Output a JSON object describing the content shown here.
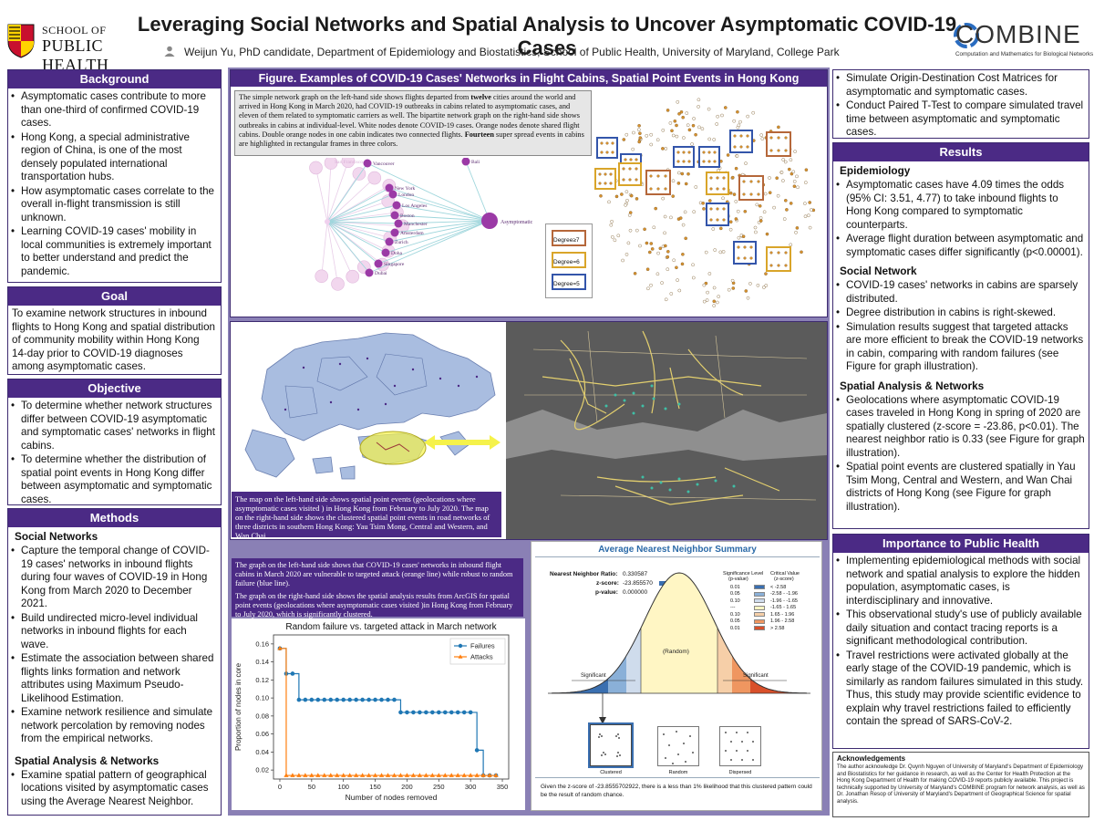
{
  "header": {
    "title": "Leveraging Social Networks and Spatial Analysis to Uncover Asymptomatic COVID-19 Cases",
    "author": "Weijun Yu, PhD candidate,  Department of Epidemiology and Biostatistics, School of Public Health, University of Maryland, College Park",
    "logo_left_line1": "SCHOOL OF",
    "logo_left_line2": "PUBLIC HEALTH",
    "logo_right": "COMBINE",
    "logo_right_sub": "Computation and Mathematics for Biological Networks"
  },
  "background": {
    "heading": "Background",
    "items": [
      "Asymptomatic cases contribute to more than one-third of confirmed COVID-19 cases.",
      "Hong Kong, a special administrative region of China, is one of the most densely populated international transportation hubs.",
      "How asymptomatic cases correlate to the overall in-flight transmission is still unknown.",
      "Learning COVID-19 cases' mobility in local communities is extremely important to better understand and predict the pandemic."
    ]
  },
  "goal": {
    "heading": "Goal",
    "text": "To examine network structures  in inbound flights to Hong Kong and spatial distribution of community mobility within Hong Kong 14-day prior to COVID-19 diagnoses among asymptomatic cases."
  },
  "objective": {
    "heading": "Objective",
    "items": [
      "To determine whether network structures differ between COVID-19 asymptomatic and symptomatic cases' networks in flight cabins.",
      "To determine whether the distribution of spatial point events in Hong Kong differ between asymptomatic and symptomatic cases."
    ]
  },
  "methods": {
    "heading": "Methods",
    "sub1": "Social Networks",
    "items1": [
      "Capture the temporal change of COVID-19 cases' networks in inbound flights during four waves of COVID-19 in Hong Kong from March 2020 to December 2021.",
      "Build undirected micro-level individual networks in inbound flights for each wave.",
      "Estimate the association between shared flights links formation and network attributes using Maximum Pseudo-Likelihood Estimation.",
      "Examine network resilience and simulate network percolation by removing nodes from the empirical networks."
    ],
    "sub2": "Spatial Analysis & Networks",
    "items2": [
      "Examine spatial pattern of geographical locations visited by asymptomatic cases using the Average Nearest Neighbor."
    ]
  },
  "right_top": {
    "items": [
      "Simulate Origin-Destination Cost Matrices for asymptomatic and symptomatic cases.",
      "Conduct Paired T-Test to compare  simulated travel time between asymptomatic and symptomatic cases."
    ]
  },
  "results": {
    "heading": "Results",
    "sub1": "Epidemiology",
    "items1": [
      "Asymptomatic cases have 4.09 times the odds (95% CI: 3.51, 4.77) to take inbound flights to Hong Kong compared to symptomatic counterparts.",
      "Average flight duration between asymptomatic and symptomatic cases differ significantly (p<0.00001)."
    ],
    "sub2": "Social Network",
    "items2": [
      "COVID-19 cases' networks in cabins are sparsely distributed.",
      "Degree distribution in cabins is right-skewed.",
      "Simulation results suggest that targeted attacks are more efficient to break the COVID-19 networks in cabin, comparing with random failures (see Figure for graph illustration)."
    ],
    "sub3": "Spatial Analysis & Networks",
    "items3": [
      "Geolocations where asymptomatic COVID-19 cases traveled in Hong Kong in spring of 2020 are spatially clustered (z-score = -23.86, p<0.01). The nearest neighbor ratio is 0.33 (see Figure for graph illustration).",
      "Spatial point events are clustered spatially in Yau Tsim Mong, Central and Western, and Wan Chai districts of Hong Kong (see Figure for graph illustration)."
    ]
  },
  "importance": {
    "heading": "Importance to Public Health",
    "items": [
      "Implementing epidemiological methods with social network and spatial analysis to explore the hidden population, asymptomatic cases, is interdisciplinary and innovative.",
      "This observational study's use of publicly available daily situation and contact tracing reports is a significant methodological contribution.",
      "Travel restrictions were activated globally at the early stage of the COVID-19 pandemic, which is similarly as random failures simulated in this study. Thus, this study may provide scientific evidence to explain why travel restrictions failed to efficiently contain the spread of SARS-CoV-2."
    ]
  },
  "acknowledgements": {
    "heading": "Acknowledgements",
    "text": "The author acknowledge Dr. Quynh Nguyen of University of Maryland's Department of Epidemiology and Biostatistics for her guidance in research, as well as the  Center for Health Protection at the Hong Kong Department of Health for making COVID-19 reports publicly available. This project is technically supported by University of Maryland's COMBINE program for network analysis, as well as Dr. Jonathan Resop of University of Maryland's Department of Geographical Science for spatial analysis."
  },
  "figure": {
    "heading": "Figure. Examples of COVID-19 Cases' Networks in Flight Cabins, Spatial Point Events in Hong Kong",
    "caption_a": "The simple network graph on the left-hand side shows flights departed from ",
    "caption_b": "twelve",
    "caption_c": " cities around the world and arrived in Hong Kong in March 2020, had COVID-19 outbreaks in cabins related to asymptomatic cases, and eleven of them related to symptomatic carriers as well. The bipartite network graph on the right-hand side shows outbreaks in cabins at individual-level. White nodes denote COVID-19 cases. Orange nodes denote shared flight cabins. Double orange nodes in one cabin indicates two connected flights. ",
    "caption_d": "Fourteen",
    "caption_e": " super spread events in cabins are highlighted in rectangular frames in three colors.",
    "cities": [
      "Vancouver",
      "New York",
      "London",
      "Los Angeles",
      "Boston",
      "Manchester",
      "Amsterdam",
      "Zurich",
      "Doha",
      "Singapore",
      "Dubai",
      "San Francisco",
      "Bali"
    ],
    "hub_label": "Asymptomatic",
    "legend": [
      "Degree≥7",
      "Degree=6",
      "Degree=5"
    ],
    "legend_colors": [
      "#b5673a",
      "#d9a52a",
      "#3355aa"
    ],
    "map_caption": "The map on the left-hand side shows spatial point events (geolocations where asymptomatic cases visited ) in Hong Kong from February to July 2020. The map on the right-hand side shows the clustered spatial point events  in road networks of three districts in southern Hong Kong: Yau Tsim Mong, Central and Western, and Wan Chai.",
    "graph_caption_1": "The graph on the left-hand side shows that COVID-19 cases' networks  in inbound flight cabins in March 2020  are vulnerable to targeted attack (orange line) while robust to random failure (blue line).",
    "graph_caption_2": "The graph on the right-hand side shows the spatial analysis results from ArcGIS for spatial point events (geolocations where asymptomatic cases visited )in Hong Kong from February to July 2020, which is significantly clustered."
  },
  "ann": {
    "title": "Average Nearest Neighbor Summary",
    "ratio_label": "Nearest Neighbor Ratio:",
    "ratio_value": "0.330587",
    "z_label": "z-score:",
    "z_value": "-23.855570",
    "p_label": "p-value:",
    "p_value": "0.000000",
    "sig_header1": "Significance Level",
    "sig_header2": "(p-value)",
    "crit_header1": "Critical Value",
    "crit_header2": "(z-score)",
    "sig_rows": [
      {
        "p": "0.01",
        "z": "< -2.58",
        "color": "#3a6fb0"
      },
      {
        "p": "0.05",
        "z": "-2.58 - -1.96",
        "color": "#8ab0d8"
      },
      {
        "p": "0.10",
        "z": "-1.96 - -1.65",
        "color": "#cfdcec"
      },
      {
        "p": "---",
        "z": "-1.65 - 1.65",
        "color": "#fff6c4"
      },
      {
        "p": "0.10",
        "z": "1.65 - 1.96",
        "color": "#f6cfa8"
      },
      {
        "p": "0.05",
        "z": "1.96 - 2.58",
        "color": "#ef9660"
      },
      {
        "p": "0.01",
        "z": "> 2.58",
        "color": "#d9502a"
      }
    ],
    "random_label": "(Random)",
    "sig_left": "Significant",
    "sig_right": "Significant",
    "pattern_labels": [
      "Clustered",
      "Random",
      "Dispersed"
    ],
    "footer": "Given the z-score of -23.8555702922, there is a less than 1% likelihood that this clustered pattern could be the result of random chance."
  },
  "chart_data": {
    "type": "line",
    "title": "Random failure vs. targeted attack in March network",
    "xlabel": "Number of nodes removed",
    "ylabel": "Proportion of nodes in core",
    "xlim": [
      -10,
      360
    ],
    "ylim": [
      0.01,
      0.17
    ],
    "xticks": [
      0,
      50,
      100,
      150,
      200,
      250,
      300,
      350
    ],
    "yticks": [
      0.02,
      0.04,
      0.06,
      0.08,
      0.1,
      0.12,
      0.14,
      0.16
    ],
    "legend": "top-right",
    "series": [
      {
        "name": "Failures",
        "color": "#1f77b4",
        "marker": "circle",
        "x": [
          0,
          10,
          20,
          30,
          40,
          50,
          60,
          70,
          80,
          90,
          100,
          110,
          120,
          130,
          140,
          150,
          160,
          170,
          180,
          190,
          200,
          210,
          220,
          230,
          240,
          250,
          260,
          270,
          280,
          290,
          300,
          310,
          320,
          330,
          340
        ],
        "y": [
          0.155,
          0.127,
          0.127,
          0.098,
          0.098,
          0.098,
          0.098,
          0.098,
          0.098,
          0.098,
          0.098,
          0.098,
          0.098,
          0.098,
          0.098,
          0.098,
          0.098,
          0.098,
          0.098,
          0.084,
          0.084,
          0.084,
          0.084,
          0.084,
          0.084,
          0.084,
          0.084,
          0.084,
          0.084,
          0.084,
          0.084,
          0.042,
          0.014,
          0.014,
          0.014
        ]
      },
      {
        "name": "Attacks",
        "color": "#ff7f0e",
        "marker": "triangle",
        "x": [
          0,
          10,
          20,
          30,
          40,
          50,
          60,
          70,
          80,
          90,
          100,
          110,
          120,
          130,
          140,
          150,
          160,
          170,
          180,
          190,
          200,
          210,
          220,
          230,
          240,
          250,
          260,
          270,
          280,
          290,
          300,
          310,
          320,
          330,
          340
        ],
        "y": [
          0.155,
          0.014,
          0.014,
          0.014,
          0.014,
          0.014,
          0.014,
          0.014,
          0.014,
          0.014,
          0.014,
          0.014,
          0.014,
          0.014,
          0.014,
          0.014,
          0.014,
          0.014,
          0.014,
          0.014,
          0.014,
          0.014,
          0.014,
          0.014,
          0.014,
          0.014,
          0.014,
          0.014,
          0.014,
          0.014,
          0.014,
          0.014,
          0.014,
          0.014,
          0.014
        ]
      }
    ]
  }
}
